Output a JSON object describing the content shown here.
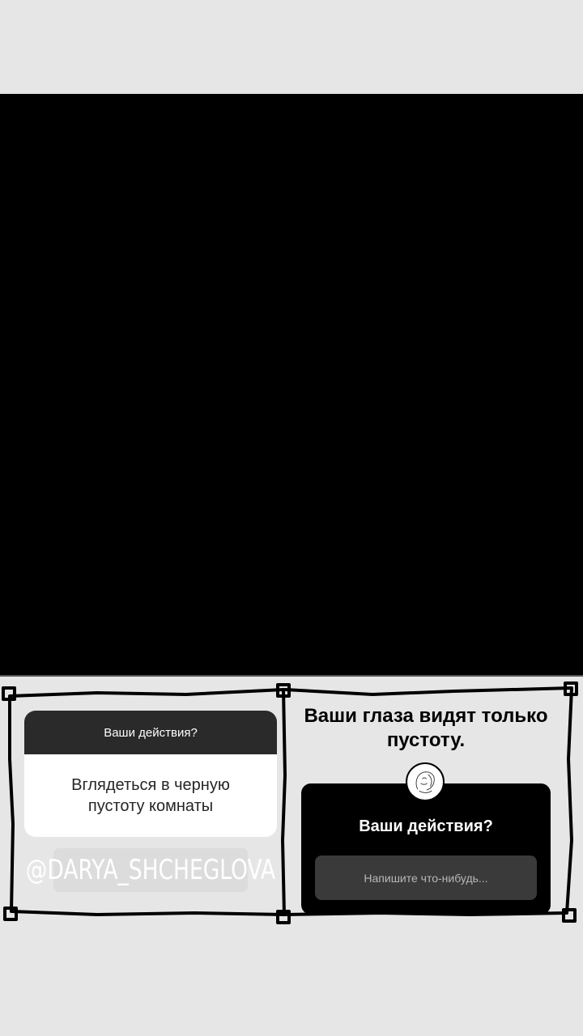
{
  "left_panel": {
    "question_title": "Ваши действия?",
    "answer_text": "Вглядеться в черную пустоту комнаты",
    "author_handle": "@DARYA_SHCHEGLOVA"
  },
  "right_panel": {
    "heading": "Ваши глаза видят только пустоту.",
    "question_title": "Ваши действия?",
    "input_placeholder": "Напишите что-нибудь..."
  },
  "icons": {
    "avatar": "sketch-portrait-icon"
  },
  "colors": {
    "background": "#e6e6e6",
    "image": "#000000",
    "card_header": "#2a2a2a",
    "input_bg": "#3a3a3a"
  }
}
